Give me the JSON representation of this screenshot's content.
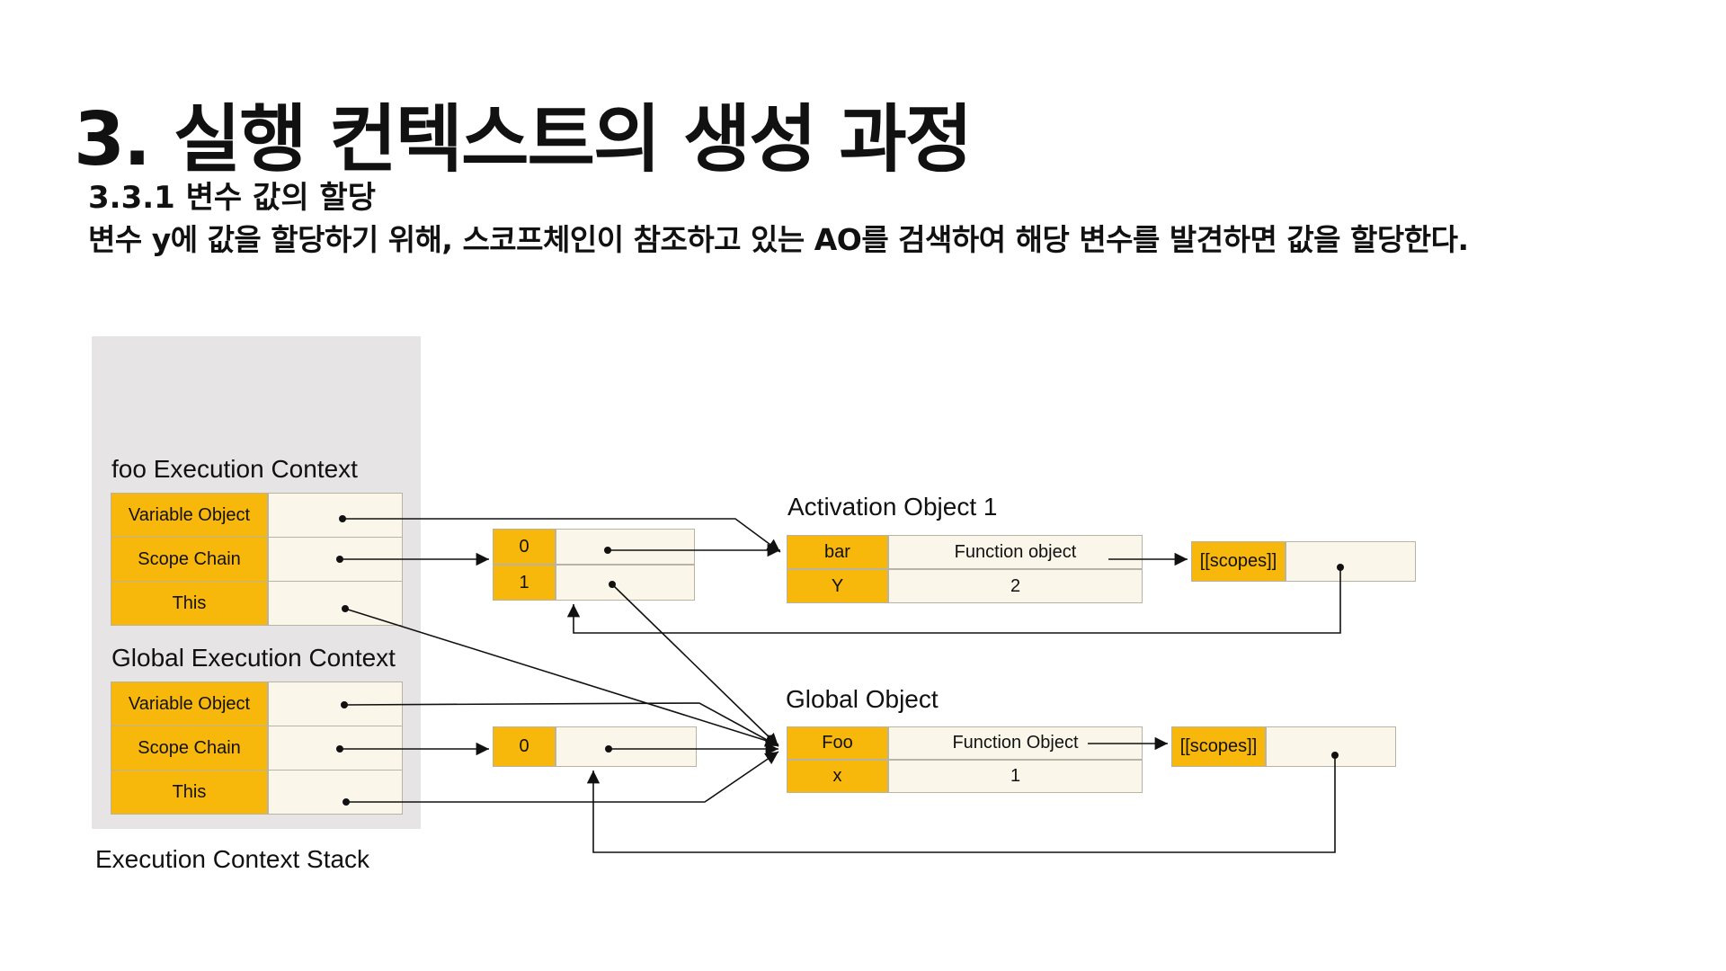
{
  "title": "3. 실행 컨텍스트의 생성 과정",
  "subtitle": "3.3.1 변수 값의 할당",
  "description": "변수 y에 값을 할당하기 위해, 스코프체인이 참조하고 있는 AO를 검색하여 해당 변수를 발견하면 값을 할당한다.",
  "colors": {
    "key_fill": "#f7b70b",
    "value_fill": "#faf7ea",
    "stack_bg": "#e6e4e5"
  },
  "stack_label": "Execution Context Stack",
  "foo_context": {
    "label": "foo Execution Context",
    "rows": [
      "Variable Object",
      "Scope Chain",
      "This"
    ]
  },
  "global_context": {
    "label": "Global Execution Context",
    "rows": [
      "Variable Object",
      "Scope Chain",
      "This"
    ]
  },
  "foo_scope_list": {
    "indexes": [
      "0",
      "1"
    ]
  },
  "global_scope_list": {
    "indexes": [
      "0"
    ]
  },
  "activation_object": {
    "label": "Activation Object 1",
    "rows": [
      {
        "key": "bar",
        "value": "Function object"
      },
      {
        "key": "Y",
        "value": "2"
      }
    ],
    "scopes_label": "[[scopes]]"
  },
  "global_object": {
    "label": "Global Object",
    "rows": [
      {
        "key": "Foo",
        "value": "Function Object"
      },
      {
        "key": "x",
        "value": "1"
      }
    ],
    "scopes_label": "[[scopes]]"
  }
}
